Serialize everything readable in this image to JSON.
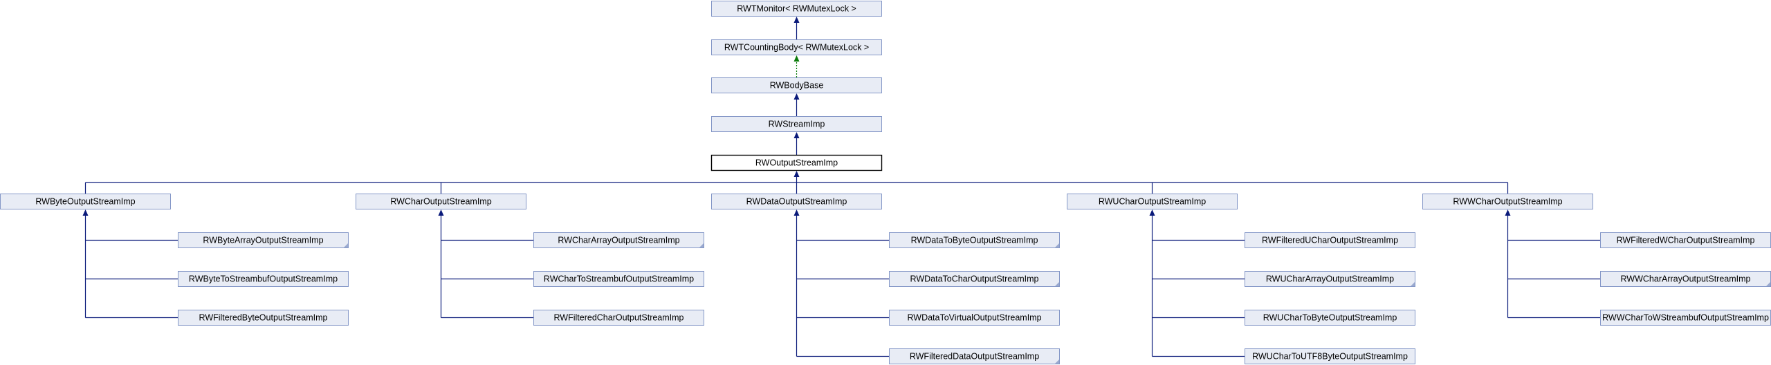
{
  "diagram": {
    "chain": [
      "RWTMonitor< RWMutexLock >",
      "RWTCountingBody< RWMutexLock >",
      "RWBodyBase",
      "RWStreamImp",
      "RWOutputStreamImp"
    ],
    "branches": [
      {
        "name": "RWByteOutputStreamImp",
        "children": [
          {
            "name": "RWByteArrayOutputStreamImp",
            "truncated": true
          },
          {
            "name": "RWByteToStreambufOutputStreamImp",
            "truncated": false
          },
          {
            "name": "RWFilteredByteOutputStreamImp",
            "truncated": false
          }
        ]
      },
      {
        "name": "RWCharOutputStreamImp",
        "children": [
          {
            "name": "RWCharArrayOutputStreamImp",
            "truncated": true
          },
          {
            "name": "RWCharToStreambufOutputStreamImp",
            "truncated": false
          },
          {
            "name": "RWFilteredCharOutputStreamImp",
            "truncated": false
          }
        ]
      },
      {
        "name": "RWDataOutputStreamImp",
        "children": [
          {
            "name": "RWDataToByteOutputStreamImp",
            "truncated": true
          },
          {
            "name": "RWDataToCharOutputStreamImp",
            "truncated": true
          },
          {
            "name": "RWDataToVirtualOutputStreamImp",
            "truncated": false
          },
          {
            "name": "RWFilteredDataOutputStreamImp",
            "truncated": true
          }
        ]
      },
      {
        "name": "RWUCharOutputStreamImp",
        "children": [
          {
            "name": "RWFilteredUCharOutputStreamImp",
            "truncated": false
          },
          {
            "name": "RWUCharArrayOutputStreamImp",
            "truncated": true
          },
          {
            "name": "RWUCharToByteOutputStreamImp",
            "truncated": false
          },
          {
            "name": "RWUCharToUTF8ByteOutputStreamImp",
            "truncated": false
          }
        ]
      },
      {
        "name": "RWWCharOutputStreamImp",
        "children": [
          {
            "name": "RWFilteredWCharOutputStreamImp",
            "truncated": false
          },
          {
            "name": "RWWCharArrayOutputStreamImp",
            "truncated": true
          },
          {
            "name": "RWWCharToWStreambufOutputStreamImp",
            "truncated": false
          }
        ]
      }
    ]
  },
  "colors": {
    "box_fill": "#e8ecf5",
    "box_border": "#8497c7",
    "edge": "#0a1a7a",
    "template_edge": "#0a7a0a"
  }
}
